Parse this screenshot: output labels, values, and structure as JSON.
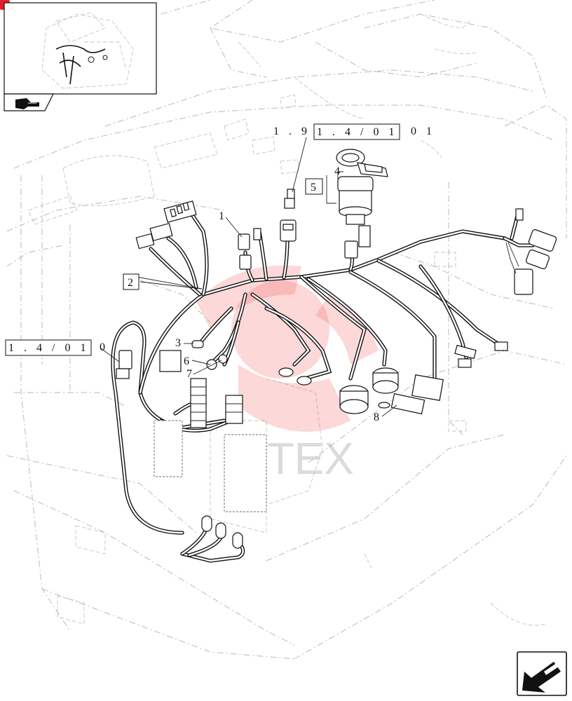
{
  "callouts": {
    "c1": "1",
    "c2": "2",
    "c3": "3",
    "c4": "4",
    "c5": "5",
    "c6": "6",
    "c7": "7",
    "c8": "8"
  },
  "references": {
    "top_prefix": "1 . 9",
    "top_box": "1 . 4 / 0 1",
    "top_suffix": "0 1",
    "left_box": "1 . 4 / 0 1",
    "left_suffix": "0"
  },
  "watermark": {
    "text": "VITEX",
    "color": "#f04c4c"
  },
  "icons": {
    "thumbnail": "tractor-cab-thumbnail-icon",
    "thumb_arrow": "pointing-hand-arrow-icon",
    "nav_arrow": "next-page-arrow-icon"
  },
  "colors": {
    "ink": "#111111",
    "ghost": "#b9b9b9",
    "marker": "#e0202a"
  }
}
